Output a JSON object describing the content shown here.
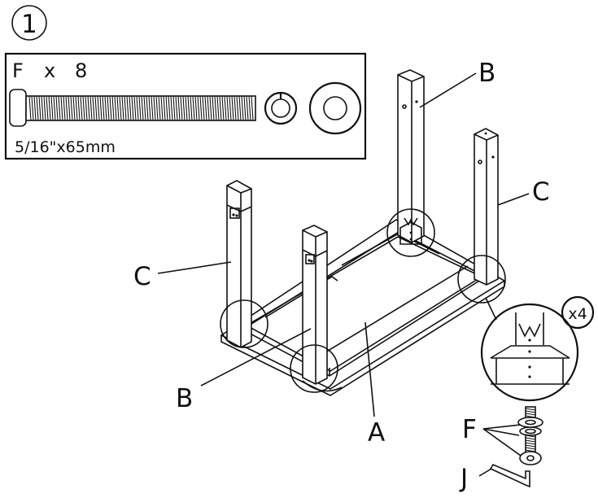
{
  "step": {
    "number": "1"
  },
  "parts_box": {
    "part_letter": "F",
    "multiplier": "x",
    "quantity": "8",
    "size": "5/16\"x65mm"
  },
  "labels": {
    "table_top": "A",
    "leg_b_front": "B",
    "leg_b_back": "B",
    "leg_c_left": "C",
    "leg_c_right": "C",
    "bolt_f": "F",
    "wrench_j": "J",
    "repeat_count": "x4"
  }
}
